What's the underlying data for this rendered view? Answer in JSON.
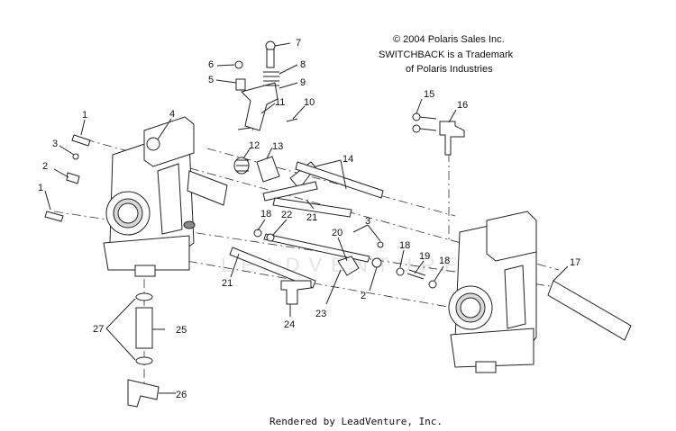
{
  "copyright": {
    "line1": "© 2004 Polaris Sales Inc.",
    "line2": "SWITCHBACK is a Trademark",
    "line3": "of Polaris Industries"
  },
  "footer": "Rendered by LeadVenture, Inc.",
  "watermark": "LEADVENTURE",
  "callouts": [
    "1",
    "1",
    "2",
    "2",
    "3",
    "3",
    "4",
    "5",
    "6",
    "7",
    "8",
    "9",
    "10",
    "11",
    "12",
    "13",
    "14",
    "15",
    "16",
    "17",
    "18",
    "18",
    "18",
    "19",
    "20",
    "21",
    "21",
    "22",
    "23",
    "24",
    "25",
    "26",
    "27"
  ]
}
